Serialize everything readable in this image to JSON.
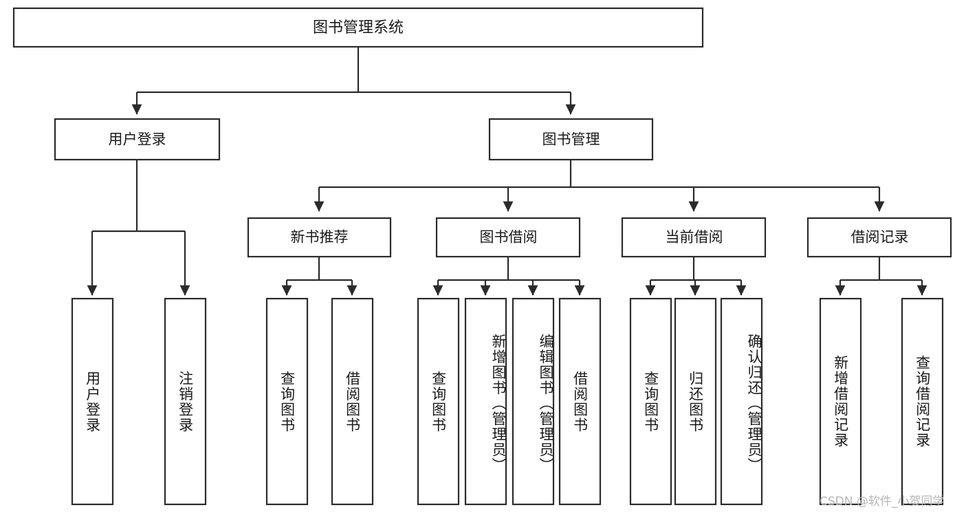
{
  "diagram": {
    "type": "tree",
    "title": "图书管理系统",
    "watermark": "CSDN @软件_小贺同学",
    "colors": {
      "stroke": "#2b2b2b",
      "fill": "#ffffff",
      "text": "#1a1a1a",
      "watermark": "#b6b6b6",
      "background": "#ffffff"
    },
    "root": {
      "label": "图书管理系统"
    },
    "level2": [
      {
        "id": "user-login",
        "label": "用户登录"
      },
      {
        "id": "book-manage",
        "label": "图书管理"
      }
    ],
    "level3": [
      {
        "id": "new-book-rec",
        "label": "新书推荐",
        "parent": "book-manage"
      },
      {
        "id": "book-borrow",
        "label": "图书借阅",
        "parent": "book-manage"
      },
      {
        "id": "current-borrow",
        "label": "当前借阅",
        "parent": "book-manage"
      },
      {
        "id": "borrow-record",
        "label": "借阅记录",
        "parent": "book-manage"
      }
    ],
    "leaves": {
      "user-login": [
        {
          "id": "leaf-user-login",
          "label": "用户登录"
        },
        {
          "id": "leaf-user-logout",
          "label": "注销登录"
        }
      ],
      "new-book-rec": [
        {
          "id": "leaf-query-book-1",
          "label": "查询图书"
        },
        {
          "id": "leaf-borrow-book-1",
          "label": "借阅图书"
        }
      ],
      "book-borrow": [
        {
          "id": "leaf-query-book-2",
          "label": "查询图书"
        },
        {
          "id": "leaf-add-book",
          "label": "新增图书（管理员）"
        },
        {
          "id": "leaf-edit-book",
          "label": "编辑图书（管理员）"
        },
        {
          "id": "leaf-borrow-book-2",
          "label": "借阅图书"
        }
      ],
      "current-borrow": [
        {
          "id": "leaf-query-book-3",
          "label": "查询图书"
        },
        {
          "id": "leaf-return-book",
          "label": "归还图书"
        },
        {
          "id": "leaf-confirm-return",
          "label": "确认归还（管理员）"
        }
      ],
      "borrow-record": [
        {
          "id": "leaf-add-record",
          "label": "新增借阅记录"
        },
        {
          "id": "leaf-query-record",
          "label": "查询借阅记录"
        }
      ]
    }
  }
}
